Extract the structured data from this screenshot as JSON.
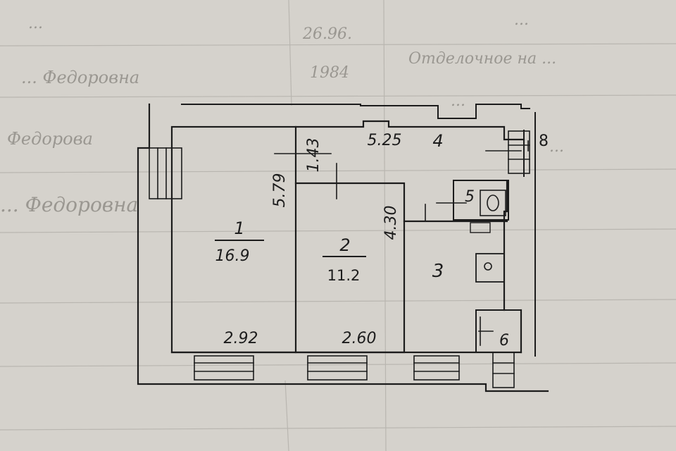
{
  "background_text": {
    "row1_col1": "...",
    "row1_col2": "26.96.",
    "row1_col3": "...",
    "row2_col1": "... Федоровна",
    "row2_col2": "1984",
    "row2_col3": "Отделочное на ...",
    "row3_col3": "...",
    "row4_col1": "Федорова",
    "row4_col3": "...",
    "row5_col1": "... Федоровна"
  },
  "rooms": [
    {
      "number": "1",
      "area": "16.9"
    },
    {
      "number": "2",
      "area": "11.2"
    },
    {
      "number": "3"
    },
    {
      "number": "4"
    },
    {
      "number": "5"
    },
    {
      "number": "6"
    }
  ],
  "dimensions": {
    "room1_width": "2.92",
    "room1_length": "5.79",
    "room2_width": "2.60",
    "room2_length": "4.30",
    "corridor_width": "1.43",
    "corridor_length": "5.25"
  },
  "marker": "8",
  "colors": {
    "paper": "#d8d5cf",
    "ink": "#1c1c1c",
    "faded_ink": "#9a9791"
  }
}
